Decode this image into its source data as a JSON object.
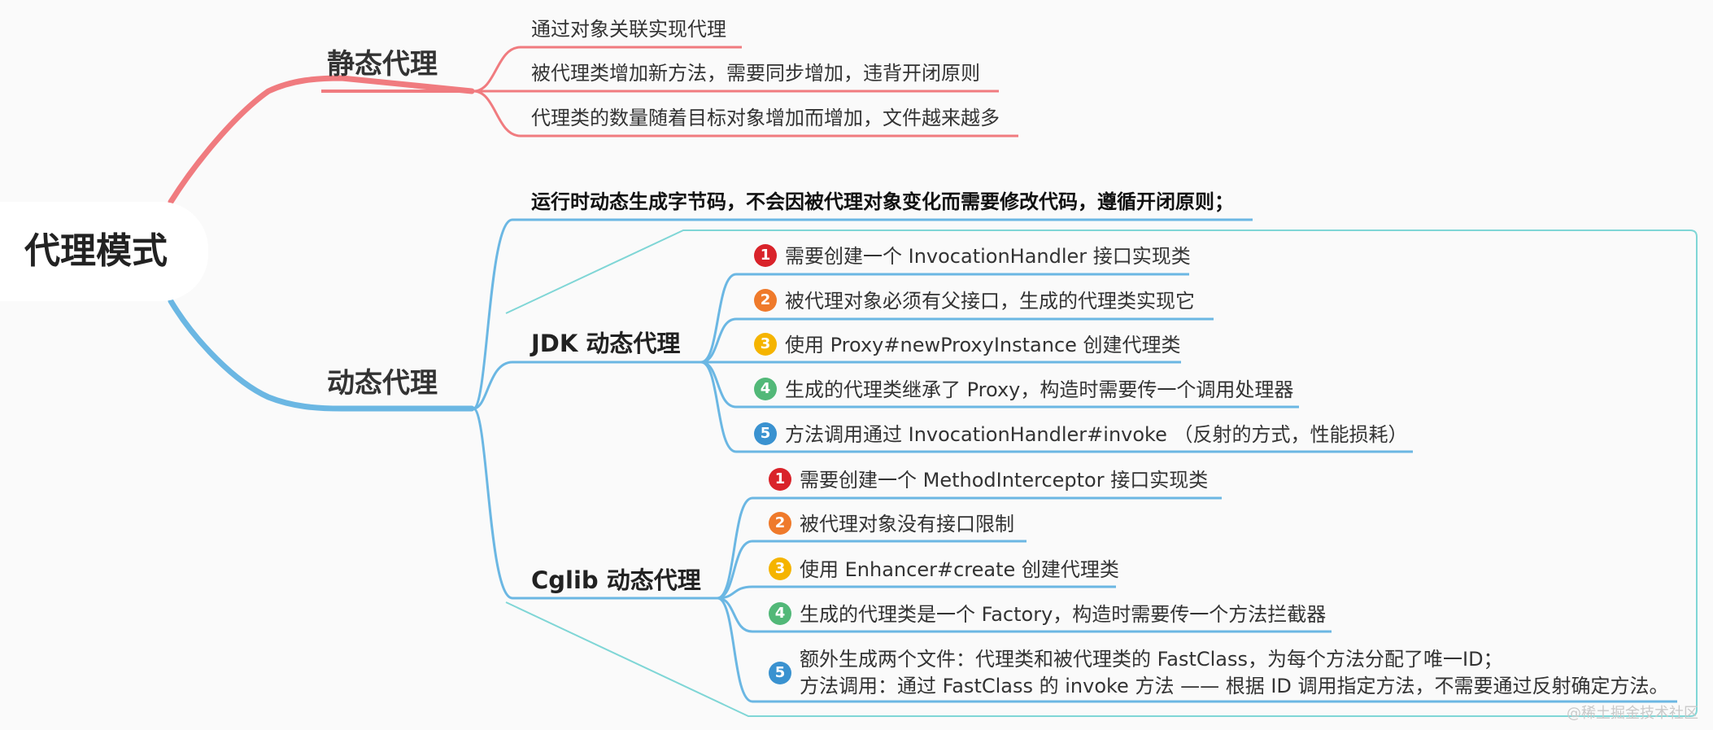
{
  "root": {
    "label": "代理模式"
  },
  "colors": {
    "static_branch": "#f07b7f",
    "dynamic_branch": "#6bb7e3",
    "frame": "#7fd6d6",
    "badge_1": "#d9232a",
    "badge_2": "#ef7a2b",
    "badge_3": "#f5b400",
    "badge_4": "#52b878",
    "badge_5": "#3a92d0"
  },
  "static_proxy": {
    "label": "静态代理",
    "points": [
      "通过对象关联实现代理",
      "被代理类增加新方法，需要同步增加，违背开闭原则",
      "代理类的数量随着目标对象增加而增加，文件越来越多"
    ]
  },
  "dynamic_proxy": {
    "label": "动态代理",
    "summary": "运行时动态生成字节码，不会因被代理对象变化而需要修改代码，遵循开闭原则；",
    "jdk": {
      "label": "JDK 动态代理",
      "items": [
        {
          "num": "1",
          "text": "需要创建一个 InvocationHandler 接口实现类"
        },
        {
          "num": "2",
          "text": "被代理对象必须有父接口，生成的代理类实现它"
        },
        {
          "num": "3",
          "text": "使用 Proxy#newProxyInstance 创建代理类"
        },
        {
          "num": "4",
          "text": "生成的代理类继承了 Proxy，构造时需要传一个调用处理器"
        },
        {
          "num": "5",
          "text": "方法调用通过 InvocationHandler#invoke （反射的方式，性能损耗）"
        }
      ]
    },
    "cglib": {
      "label": "Cglib 动态代理",
      "items": [
        {
          "num": "1",
          "text": "需要创建一个 MethodInterceptor 接口实现类"
        },
        {
          "num": "2",
          "text": "被代理对象没有接口限制"
        },
        {
          "num": "3",
          "text": "使用 Enhancer#create 创建代理类"
        },
        {
          "num": "4",
          "text": "生成的代理类是一个 Factory，构造时需要传一个方法拦截器"
        },
        {
          "num": "5",
          "text": "额外生成两个文件：代理类和被代理类的 FastClass，为每个方法分配了唯一ID；\n方法调用：通过 FastClass 的 invoke 方法 —— 根据 ID 调用指定方法，不需要通过反射确定方法。"
        }
      ]
    }
  },
  "watermark": "@稀土掘金技术社区"
}
